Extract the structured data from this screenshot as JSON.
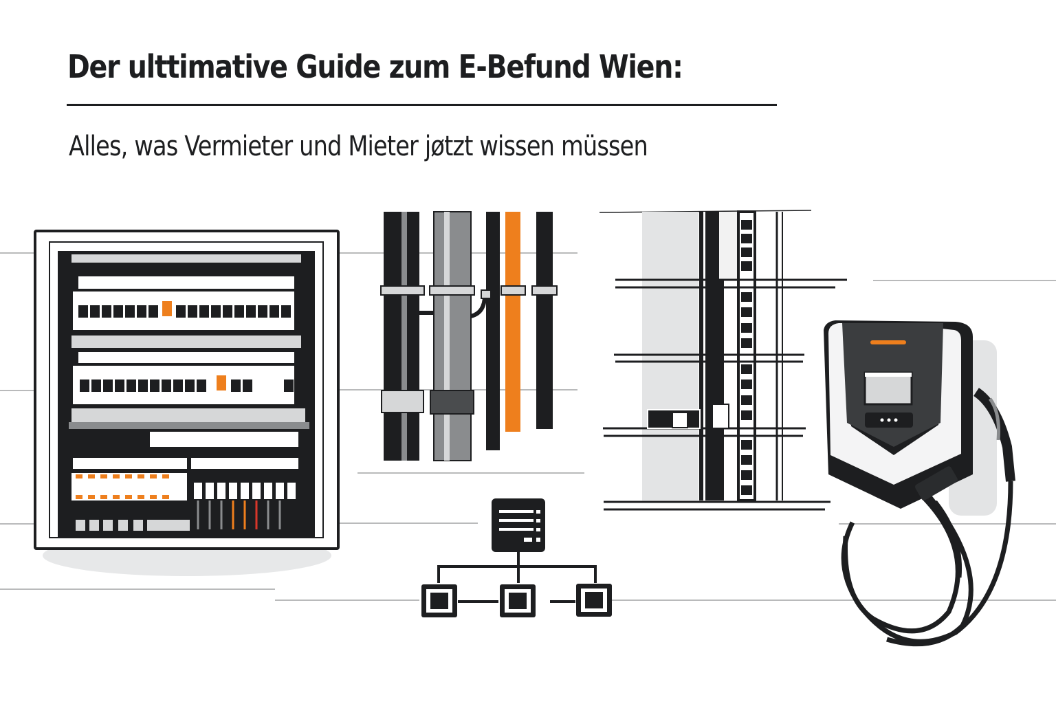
{
  "header": {
    "title": "Der ulttimative Guide zum E-Befund Wien:",
    "subtitle": "Alles, was Vermieter und Mieter jøtzt wissen müssen"
  },
  "illustrations": [
    {
      "id": "distribution-board",
      "icon": "electrical-panel-icon"
    },
    {
      "id": "vertical-pipes",
      "icon": "pipes-icon"
    },
    {
      "id": "building-riser",
      "icon": "building-riser-icon"
    },
    {
      "id": "network-diagram",
      "icon": "network-hierarchy-icon"
    },
    {
      "id": "ev-wallbox",
      "icon": "ev-charger-icon"
    }
  ],
  "colors": {
    "ink": "#1d1e20",
    "accent": "#ee7f1d",
    "grey": "#8a8c8e",
    "light_grey": "#e3e4e5"
  }
}
